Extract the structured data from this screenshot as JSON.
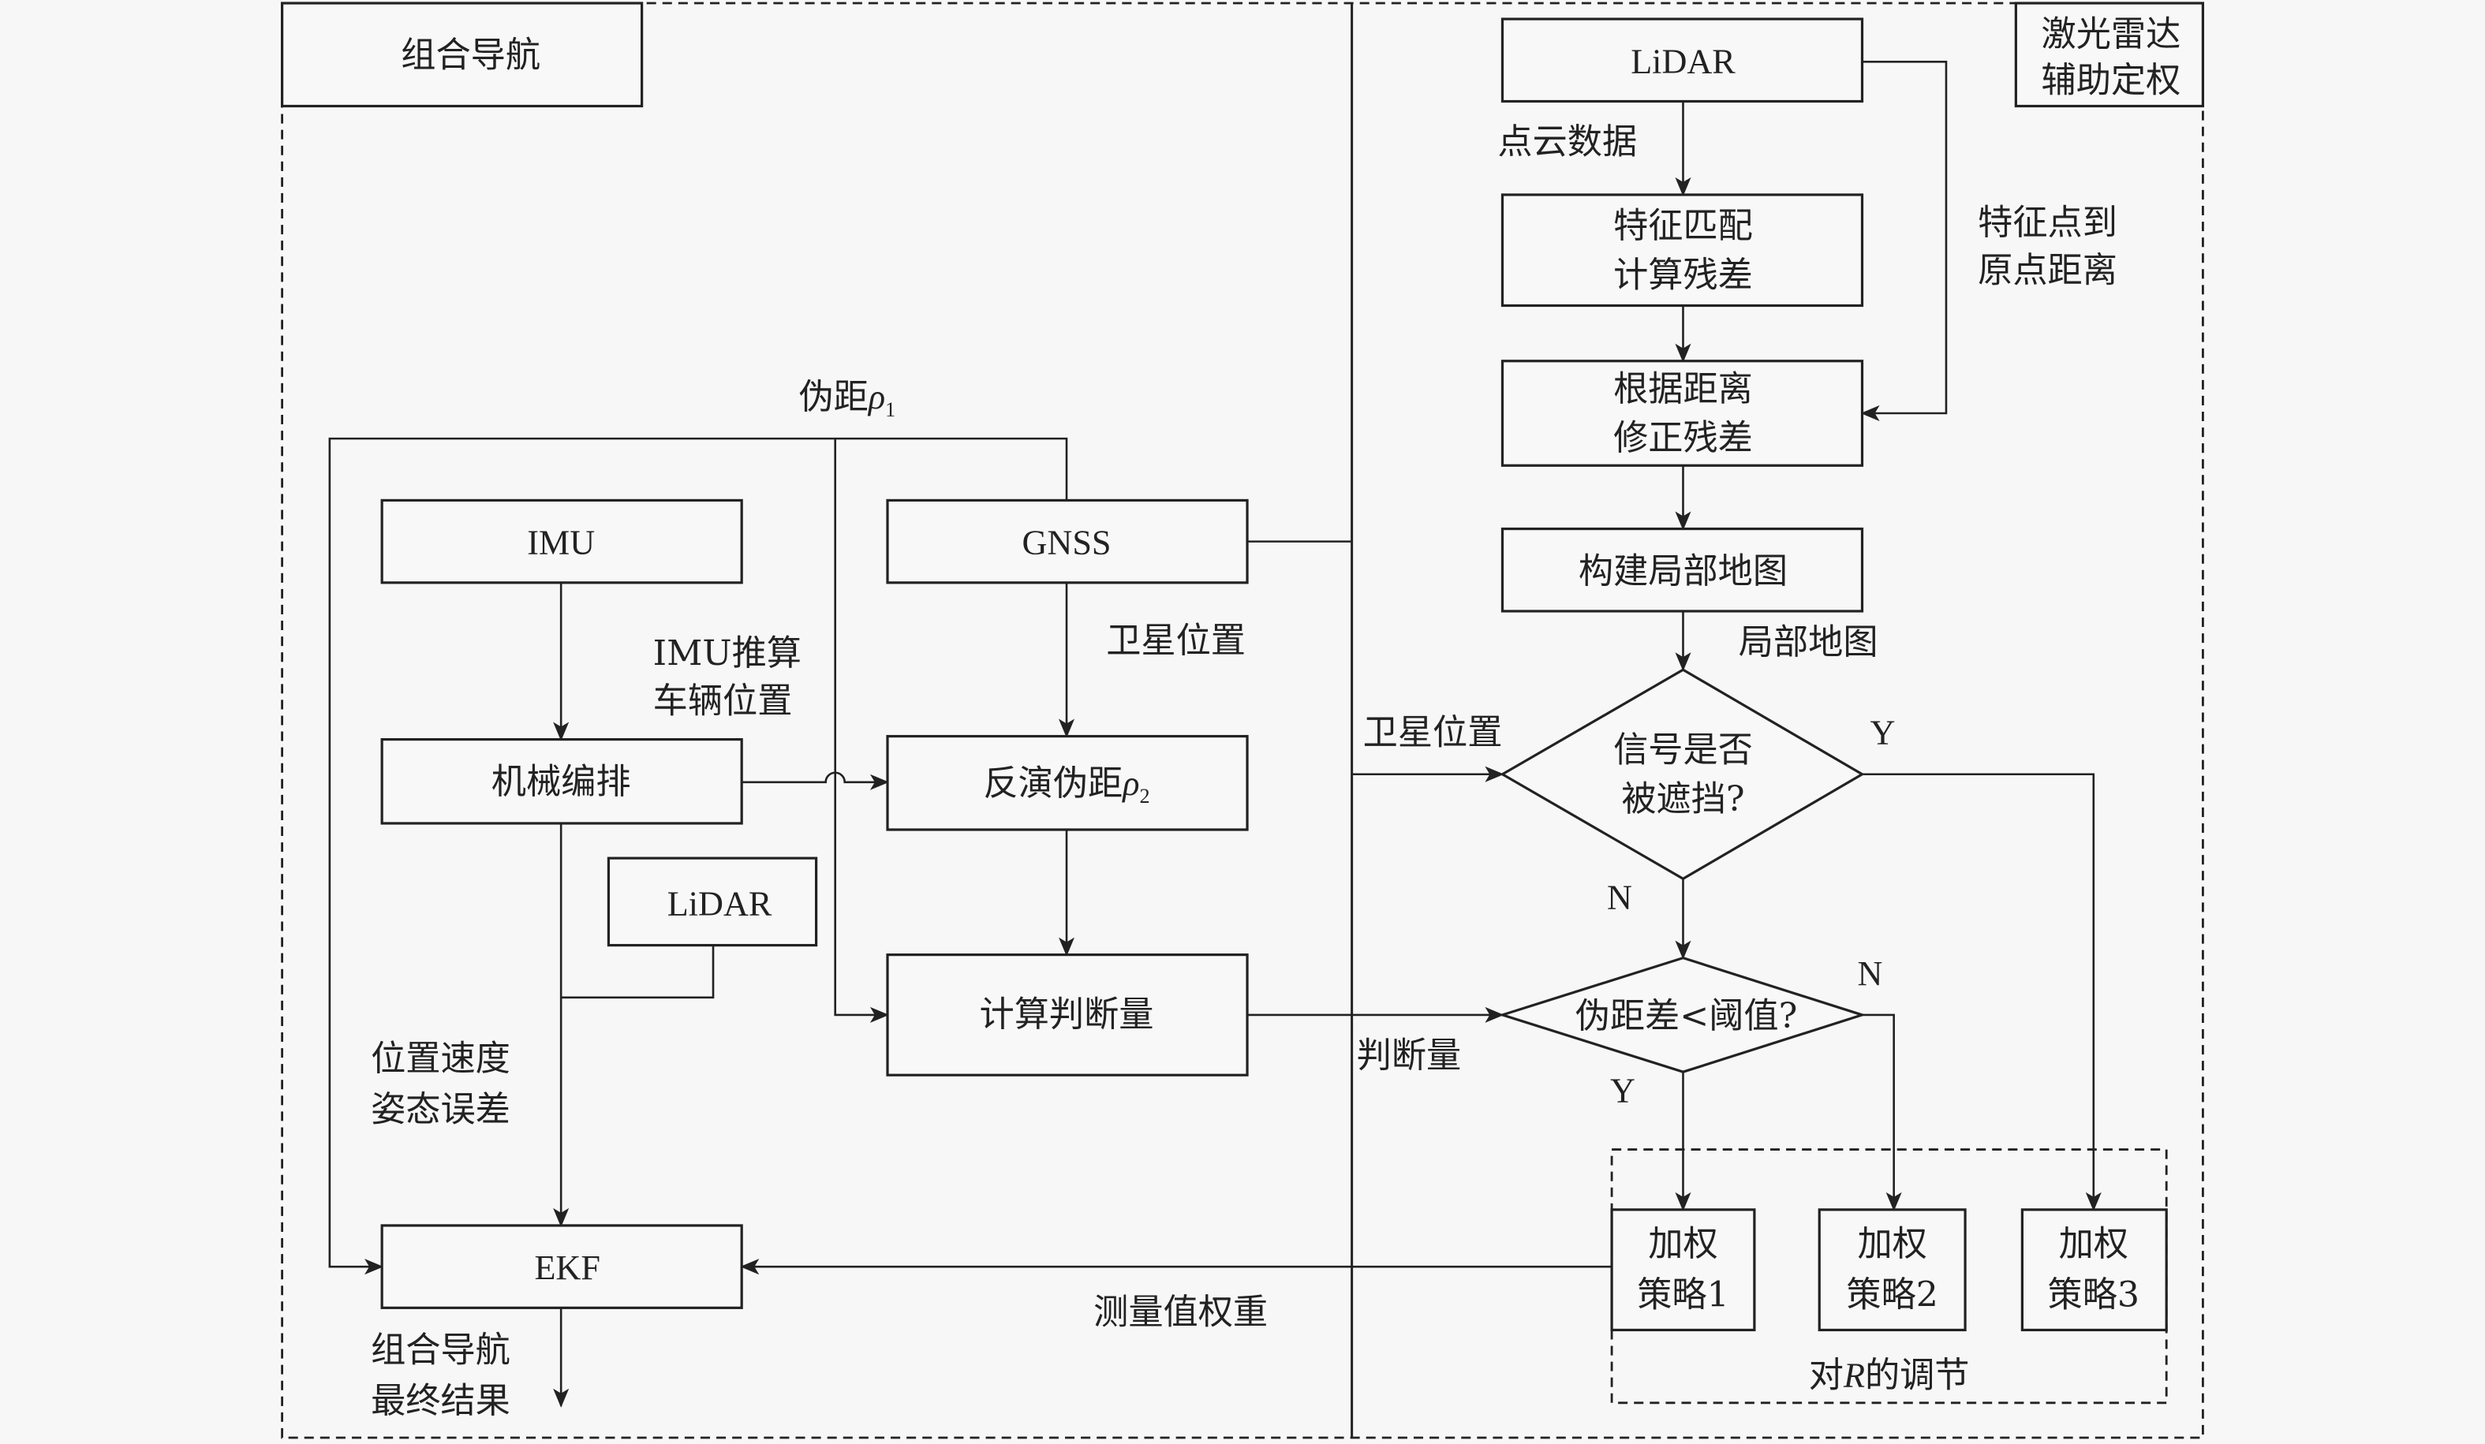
{
  "diagram": {
    "left_section_title": "组合导航",
    "right_section_title_line1": "激光雷达",
    "right_section_title_line2": "辅助定权",
    "left": {
      "imu": "IMU",
      "gnss": "GNSS",
      "mechanization": "机械编排",
      "inverse_pseudorange_prefix": "反演伪距",
      "inverse_pseudorange_symbol": "ρ",
      "inverse_pseudorange_sub": "2",
      "lidar": "LiDAR",
      "compute_judgement": "计算判断量",
      "ekf": "EKF",
      "pseudorange_prefix": "伪距",
      "pseudorange_symbol": "ρ",
      "pseudorange_sub": "1",
      "imu_estimate_line1": "IMU推算",
      "imu_estimate_line2": "车辆位置",
      "satellite_position": "卫星位置",
      "pva_error_line1": "位置速度",
      "pva_error_line2": "姿态误差",
      "final_result_line1": "组合导航",
      "final_result_line2": "最终结果",
      "measurement_weight": "测量值权重"
    },
    "right": {
      "lidar": "LiDAR",
      "point_cloud": "点云数据",
      "feature_match_line1": "特征匹配",
      "feature_match_line2": "计算残差",
      "feature_distance_line1": "特征点到",
      "feature_distance_line2": "原点距离",
      "correct_line1": "根据距离",
      "correct_line2": "修正残差",
      "build_map": "构建局部地图",
      "local_map": "局部地图",
      "satellite_position": "卫星位置",
      "decision1_line1": "信号是否",
      "decision1_line2": "被遮挡?",
      "decision1_yes": "Y",
      "decision1_no": "N",
      "judgement": "判断量",
      "decision2": "伪距差<阈值?",
      "decision2_yes": "Y",
      "decision2_no": "N",
      "strategies": [
        {
          "line1": "加权",
          "line2": "策略1"
        },
        {
          "line1": "加权",
          "line2": "策略2"
        },
        {
          "line1": "加权",
          "line2": "策略3"
        }
      ],
      "group_label_prefix": "对",
      "group_label_symbol": "R",
      "group_label_suffix": "的调节"
    }
  }
}
